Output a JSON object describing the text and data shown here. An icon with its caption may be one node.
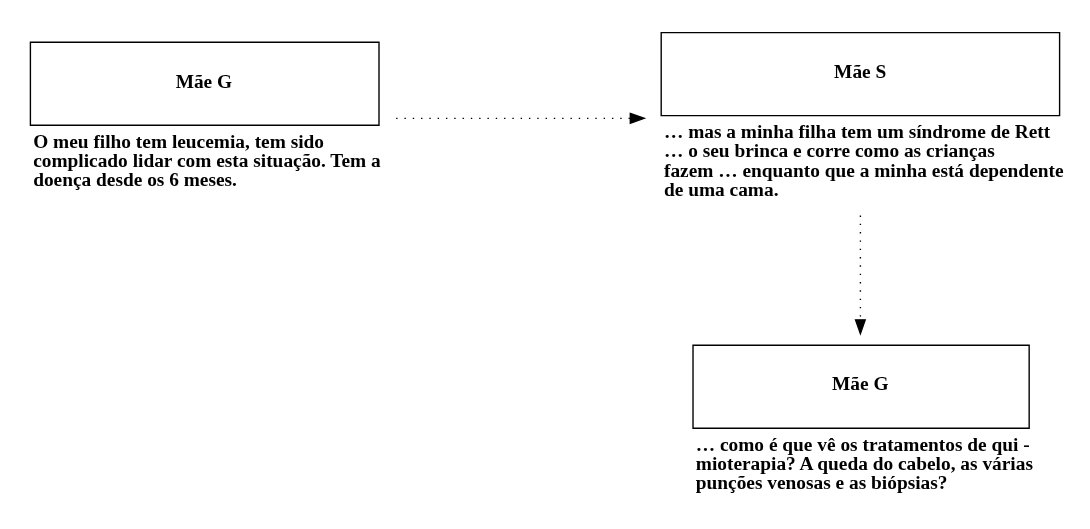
{
  "diagram": {
    "nodes": [
      {
        "text": [
          "Mãe G"
        ],
        "beside": [
          "O meu filho tem leucemia, tem sido complicado lidar com esta situação. Tem a doença desde os 6 meses."
        ]
      },
      {
        "text": [
          "Mãe S"
        ],
        "beside": [
          "… mas a minha filha tem um síndrome de Rett … o seu brinca e corre como as crianças fazem … enquanto que a minha está dependente de uma cama."
        ]
      },
      {
        "text": [
          "Mãe G"
        ],
        "beside": [
          "… como é que vê os tratamentos de qui - mioterapia? A queda do cabelo, as várias punções venosas e as biópsias?"
        ]
      }
    ],
    "edges": [
      {
        "from": 0,
        "to": 1,
        "arrow": "to",
        "style": "dashed"
      },
      {
        "from": 1,
        "to": 2,
        "arrow": "to",
        "style": "dashed"
      }
    ]
  }
}
